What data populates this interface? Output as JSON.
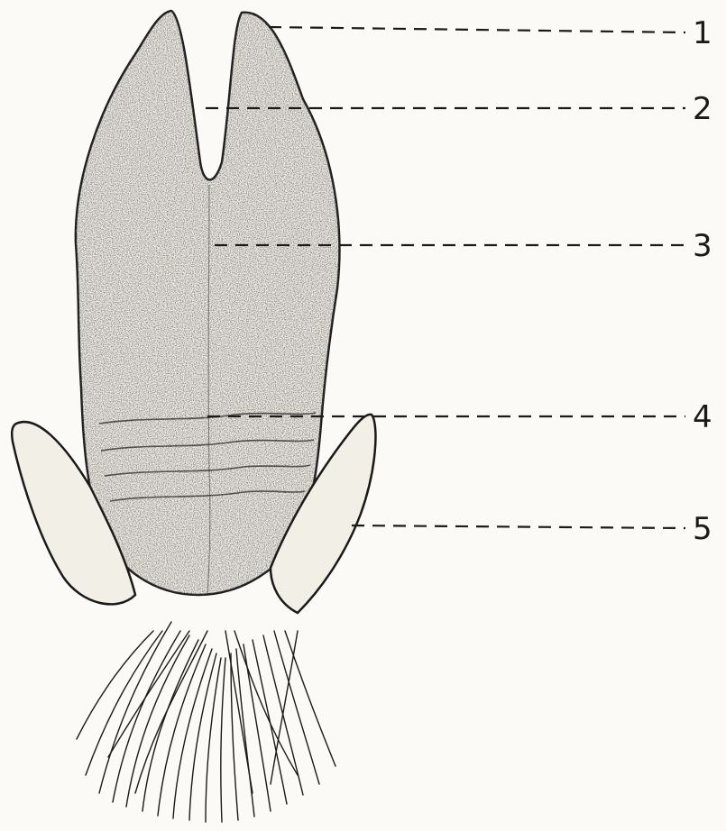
{
  "labels": [
    {
      "id": "1",
      "text": "1"
    },
    {
      "id": "2",
      "text": "2"
    },
    {
      "id": "3",
      "text": "3"
    },
    {
      "id": "4",
      "text": "4"
    },
    {
      "id": "5",
      "text": "5"
    }
  ],
  "colors": {
    "paper": "#fbfaf6",
    "ink": "#1a1a1a",
    "stipple": "#2a2a2a"
  }
}
